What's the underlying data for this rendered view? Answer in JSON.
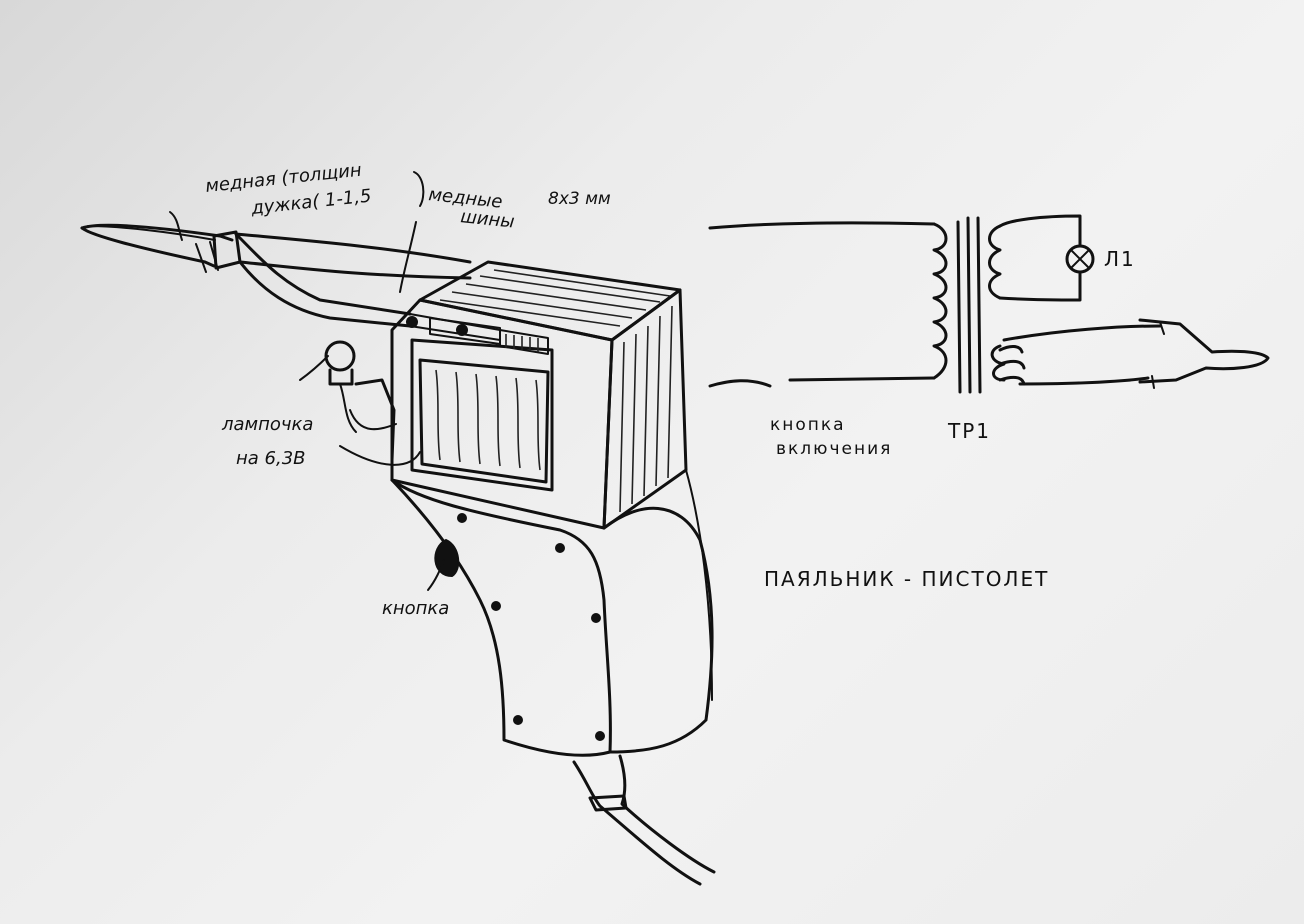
{
  "labels": {
    "copper_arc": "медная (толщин",
    "copper_arc_2": "дужка( 1-1,5",
    "copper_bars": "медные",
    "copper_bars_2": "шины",
    "bar_size": "8х3 мм",
    "lamp": "лампочка",
    "lamp_2": "на 6,3В",
    "button": "кнопка",
    "power_button": "кнопка",
    "power_button_2": "включения",
    "transformer": "ТР1",
    "lamp_ref": "Л1",
    "title": "ПАЯЛЬНИК - ПИСТОЛЕТ"
  },
  "colors": {
    "ink": "#111111",
    "paper": "#ececec"
  }
}
